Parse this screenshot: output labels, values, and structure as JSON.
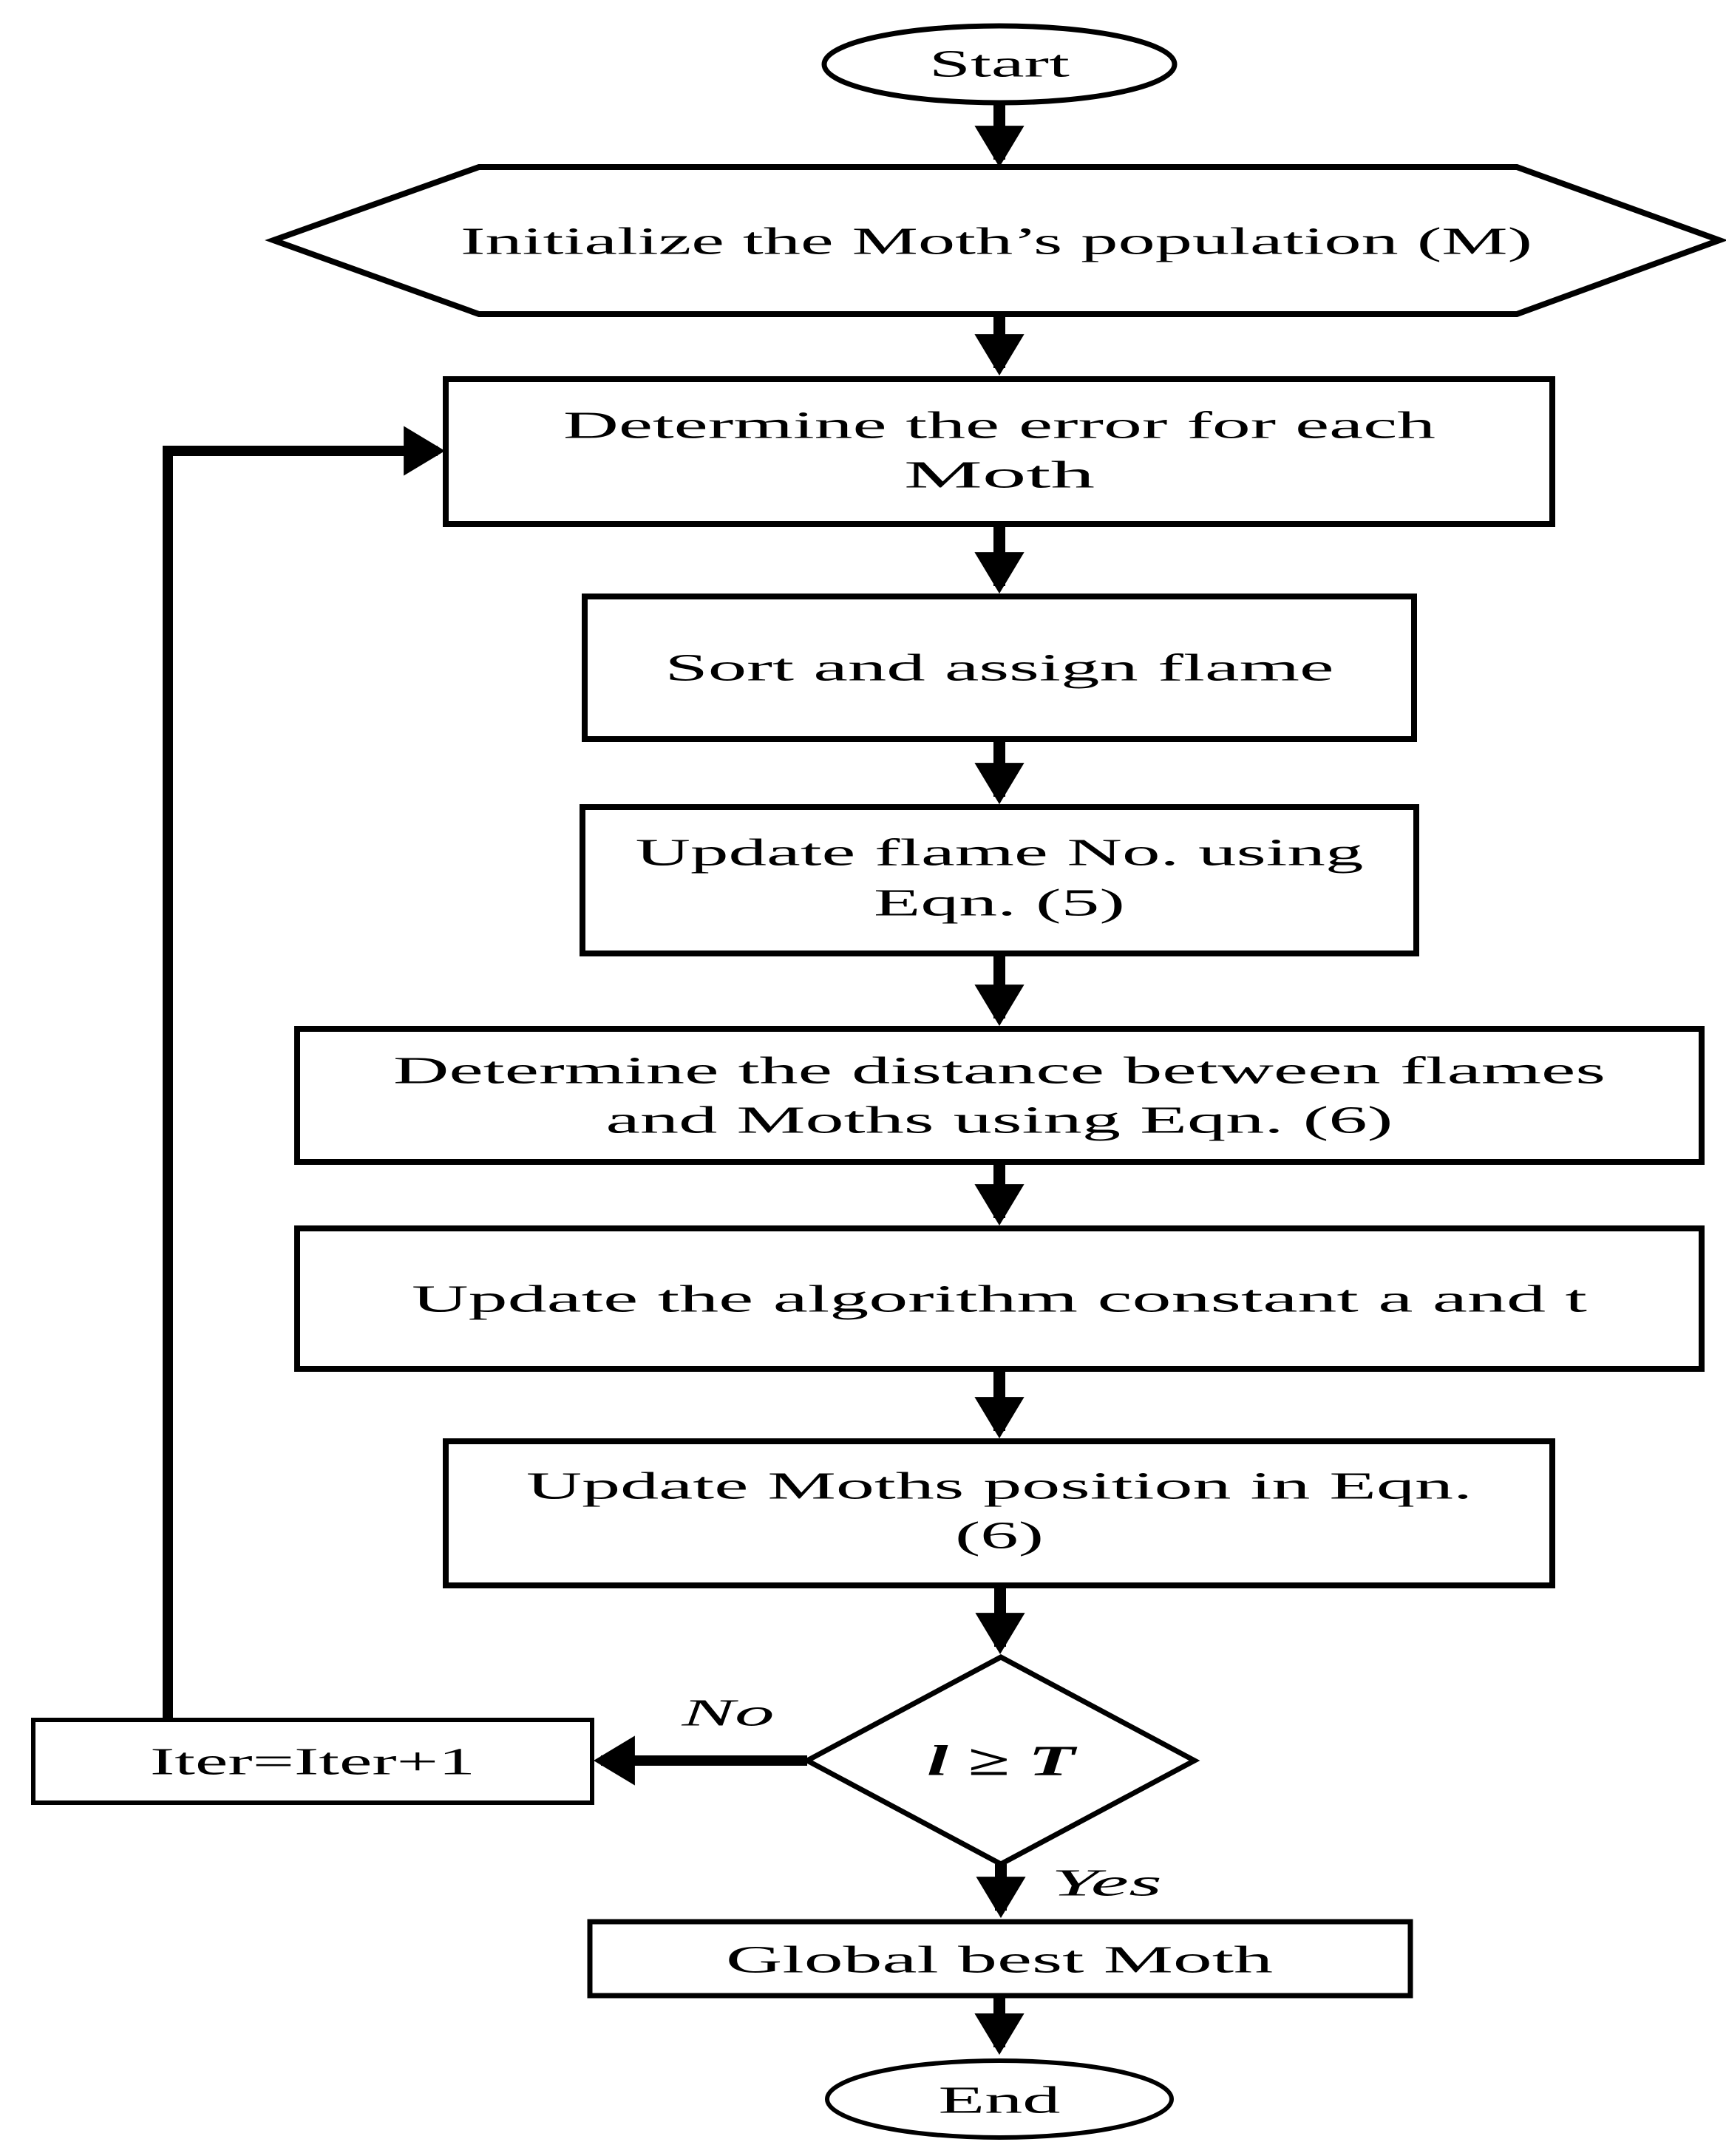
{
  "flowchart": {
    "nodes": {
      "start": {
        "label": "Start",
        "shape": "ellipse"
      },
      "initialize": {
        "label": "Initialize the Moth’s population (M)",
        "shape": "hexagon"
      },
      "determine_error": {
        "lines": [
          "Determine the error for each",
          "Moth"
        ],
        "shape": "rectangle"
      },
      "sort_assign": {
        "label": "Sort and assign flame",
        "shape": "rectangle"
      },
      "update_flame_no": {
        "lines": [
          "Update flame No. using",
          "Eqn. (5)"
        ],
        "shape": "rectangle"
      },
      "determine_distance": {
        "lines": [
          "Determine the distance between flames",
          "and Moths using Eqn. (6)"
        ],
        "shape": "rectangle"
      },
      "update_constants": {
        "label": "Update the algorithm constant a and t",
        "shape": "rectangle"
      },
      "update_position": {
        "lines": [
          "Update Moths position in Eqn.",
          "(6)"
        ],
        "shape": "rectangle"
      },
      "decision": {
        "label": "l ≥ T",
        "shape": "diamond"
      },
      "iterate": {
        "label": "Iter=Iter+1",
        "shape": "rectangle"
      },
      "global_best": {
        "label": "Global best Moth",
        "shape": "rectangle"
      },
      "end": {
        "label": "End",
        "shape": "ellipse"
      }
    },
    "edge_labels": {
      "no": "No",
      "yes": "Yes"
    },
    "colors": {
      "stroke": "#000000",
      "fill": "#ffffff",
      "text": "#000000"
    }
  }
}
